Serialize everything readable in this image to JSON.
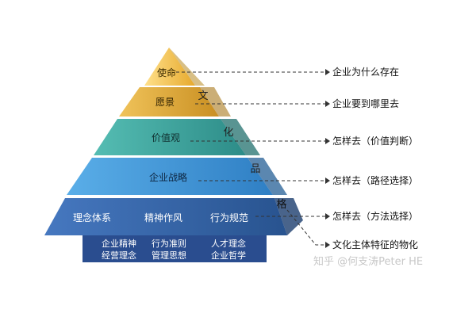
{
  "layers": [
    {
      "label": "使命",
      "side": "文",
      "question": "企业为什么存在",
      "color": "#f2c14a"
    },
    {
      "label": "愿景",
      "side": "化",
      "question": "企业要到哪里去",
      "color": "#d9a531"
    },
    {
      "label": "价值观",
      "side": "品",
      "question": "怎样去（价值判断）",
      "color": "#3a9e9a"
    },
    {
      "label": "企业战略",
      "side": "格",
      "question": "怎样去（路径选择）",
      "color": "#3d8fd1"
    },
    {
      "label_items": [
        "理念体系",
        "精神作风",
        "行为规范"
      ],
      "question": "怎样去（方法选择）",
      "color": "#2f5fa4"
    }
  ],
  "base": {
    "items": [
      "企业精神",
      "行为准则",
      "人才理念",
      "经营理念",
      "管理思想",
      "企业哲学"
    ],
    "color": "#2a4d8f"
  },
  "base_note": "文化主体特征的物化",
  "watermark": "知乎 @何支涛Peter HE"
}
